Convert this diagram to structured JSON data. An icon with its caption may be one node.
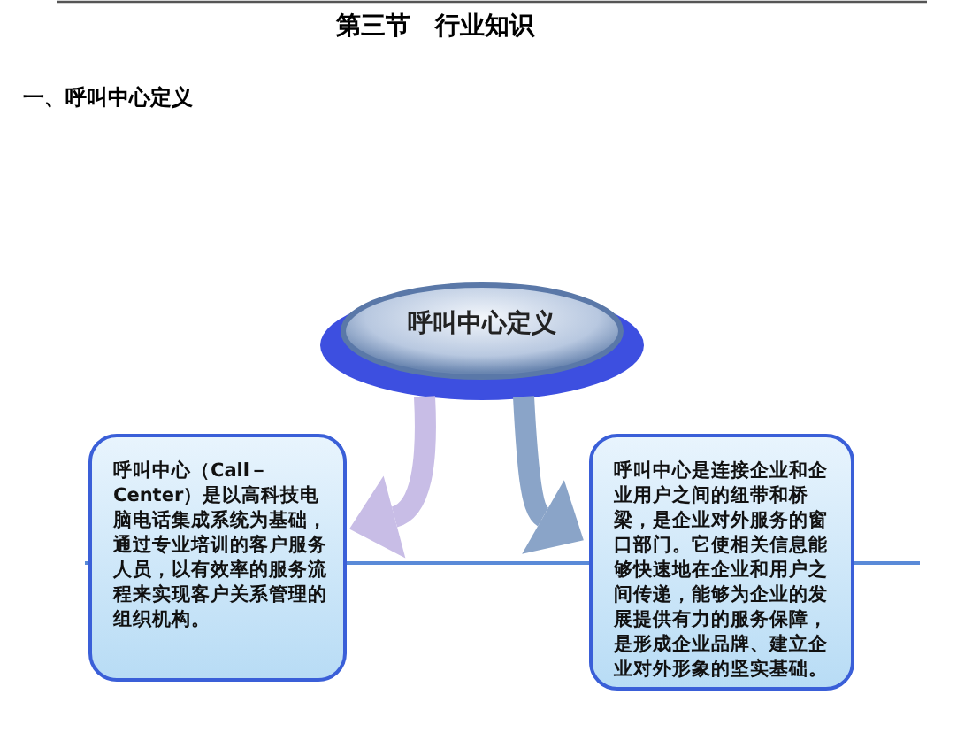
{
  "diagram": {
    "title": "第三节　行业知识",
    "nodes": [
      {
        "text": [
          "呼叫中心定义"
        ]
      },
      {
        "text": [
          "呼叫中心（Call－Center）是以高科技电脑电话集成系统为基础，通过专业培训的客户服务人员，以有效率的服务流程来实现客户关系管理的组织机构。"
        ]
      },
      {
        "text": [
          "呼叫中心是连接企业和企业用户之间的纽带和桥梁，是企业对外服务的窗口部门。它使相关信息能够快速地在企业和用户之间传递，能够为企业的发展提供有力的服务保障，是形成企业品牌、建立企业对外形象的坚实基础。"
        ]
      }
    ],
    "edges": [
      {
        "from": 0,
        "to": 1,
        "arrow": "to",
        "color": "#c8bde6"
      },
      {
        "from": 0,
        "to": 2,
        "arrow": "to",
        "color": "#8aa4c8"
      }
    ],
    "labels": [
      "一、呼叫中心定义"
    ]
  }
}
